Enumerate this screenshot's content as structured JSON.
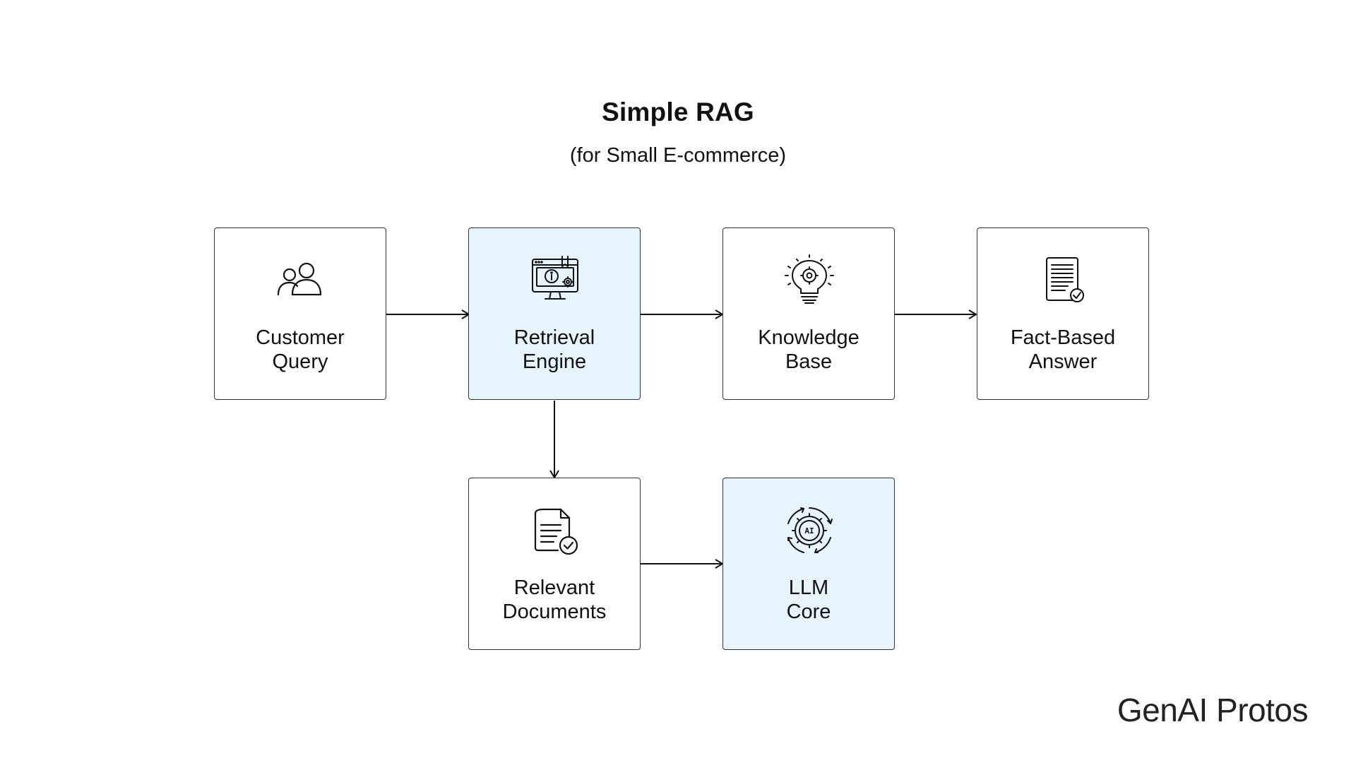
{
  "title": "Simple RAG",
  "subtitle": "(for Small E-commerce)",
  "nodes": {
    "customer_query": {
      "line1": "Customer",
      "line2": "Query",
      "icon": "users-icon",
      "highlight": false
    },
    "retrieval_engine": {
      "line1": "Retrieval",
      "line2": "Engine",
      "icon": "monitor-gear-icon",
      "highlight": true
    },
    "knowledge_base": {
      "line1": "Knowledge",
      "line2": "Base",
      "icon": "lightbulb-gear-icon",
      "highlight": false
    },
    "fact_based_answer": {
      "line1": "Fact-Based",
      "line2": "Answer",
      "icon": "document-check-icon",
      "highlight": false
    },
    "relevant_documents": {
      "line1": "Relevant",
      "line2": "Documents",
      "icon": "file-check-icon",
      "highlight": false
    },
    "llm_core": {
      "line1": "LLM",
      "line2": "Core",
      "icon": "ai-gear-icon",
      "highlight": true
    }
  },
  "edges": [
    {
      "from": "customer_query",
      "to": "retrieval_engine"
    },
    {
      "from": "retrieval_engine",
      "to": "knowledge_base"
    },
    {
      "from": "knowledge_base",
      "to": "fact_based_answer"
    },
    {
      "from": "retrieval_engine",
      "to": "relevant_documents"
    },
    {
      "from": "relevant_documents",
      "to": "llm_core"
    }
  ],
  "brand": "GenAI Protos",
  "colors": {
    "highlight_fill": "#e8f4fd",
    "border": "#333333",
    "text": "#111111"
  }
}
